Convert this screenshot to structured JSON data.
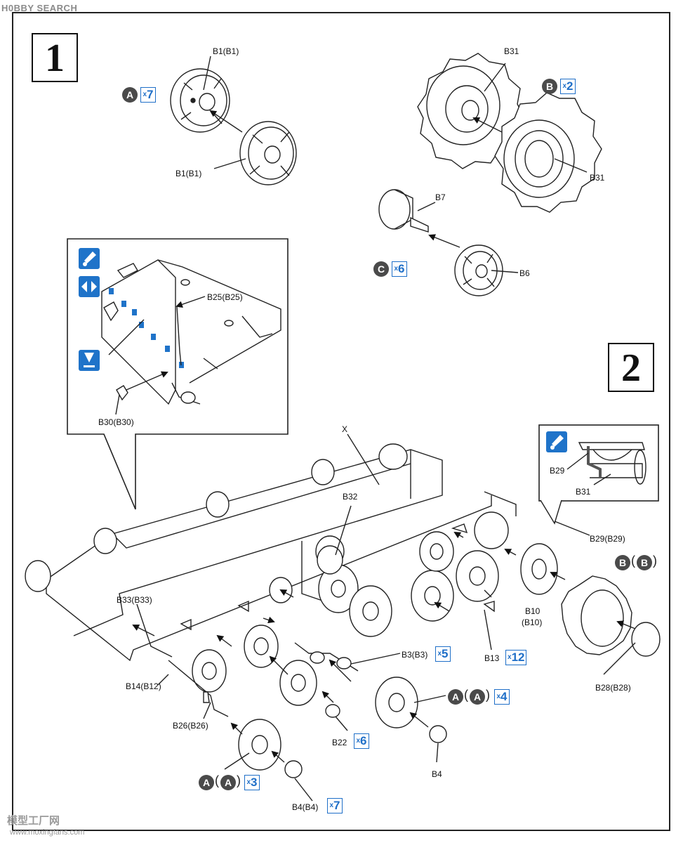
{
  "watermark_top": "H0BBY SEARCH",
  "watermark_bottom_cn": "模型工厂网",
  "watermark_bottom_url": "www.moxingfans.com",
  "steps": {
    "step1": "1",
    "step2": "2"
  },
  "step1": {
    "label_b1_top": "B1(B1)",
    "label_b1_bottom": "B1(B1)",
    "label_b31_top": "B31",
    "label_b31_bottom": "B31",
    "label_b7": "B7",
    "label_b6": "B6",
    "badge_a": "A",
    "count_a": "7",
    "badge_b": "B",
    "count_b": "2",
    "badge_c": "C",
    "count_c": "6"
  },
  "detail_box_1": {
    "label_b25": "B25(B25)",
    "label_b30": "B30(B30)",
    "icons": [
      "glue-icon",
      "flip-icon",
      "cut-icon"
    ]
  },
  "detail_box_2": {
    "label_b29": "B29",
    "label_b31": "B31",
    "icons": [
      "glue-icon"
    ]
  },
  "step2": {
    "label_x": "X",
    "label_b32": "B32",
    "label_b29": "B29(B29)",
    "label_b33": "B33(B33)",
    "label_b10": "B10",
    "label_b10p": "(B10)",
    "label_b3": "B3(B3)",
    "count_b3": "5",
    "label_b13": "B13",
    "count_b13": "12",
    "label_b14": "B14(B12)",
    "label_b28": "B28(B28)",
    "label_b26": "B26(B26)",
    "label_b22": "B22",
    "count_b22": "6",
    "badge_a1": "A",
    "badge_a1p": "A",
    "count_a1": "4",
    "label_b4": "B4",
    "badge_a2": "A",
    "badge_a2p": "A",
    "count_a2": "3",
    "label_b4b4": "B4(B4)",
    "count_b4b4": "7",
    "badge_b": "B",
    "badge_bp": "B"
  },
  "multiplier_symbol": "x",
  "colors": {
    "accent": "#1f73c9",
    "badge": "#4a4a4a",
    "line": "#222222"
  }
}
